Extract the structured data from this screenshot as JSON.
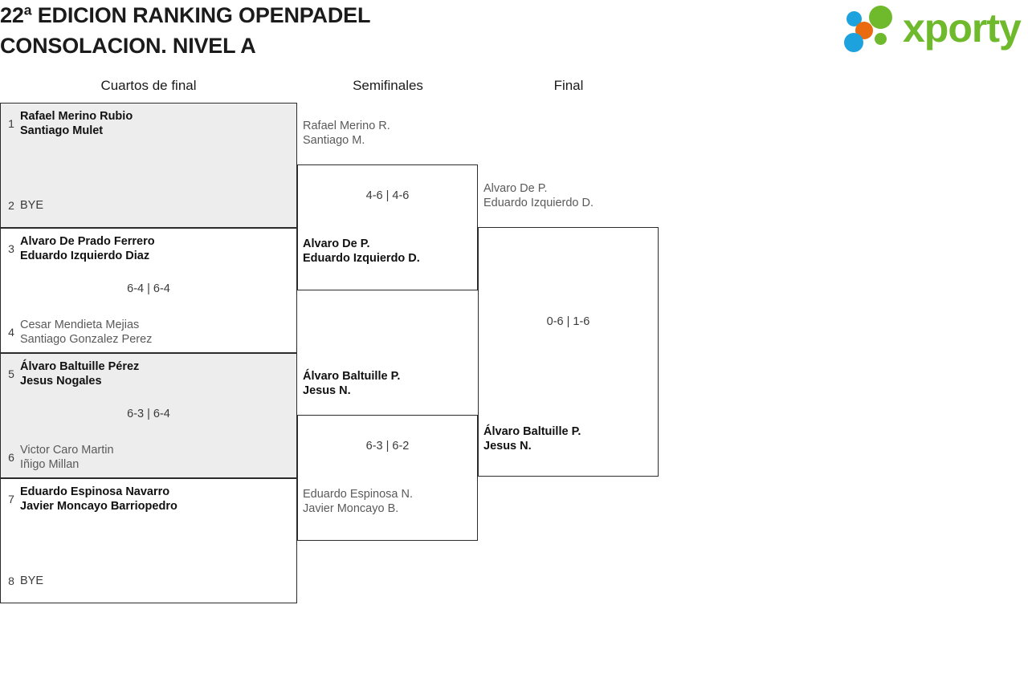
{
  "header": {
    "title": "22ª EDICION RANKING OPENPADEL\nCONSOLACION. NIVEL A",
    "logo": {
      "wordmark": "xporty",
      "green": "#6fba2c",
      "blue": "#1ea2dd",
      "orange": "#ea6a10"
    }
  },
  "rounds": [
    {
      "label": "Cuartos de final"
    },
    {
      "label": "Semifinales"
    },
    {
      "label": "Final"
    }
  ],
  "quarterfinals": [
    {
      "score": "",
      "shaded": true,
      "top": {
        "seed": "1",
        "p1": "Rafael Merino Rubio",
        "p2": "Santiago Mulet",
        "winner": true
      },
      "bottom": {
        "seed": "2",
        "p1": "BYE",
        "p2": "",
        "winner": false,
        "bye": true
      }
    },
    {
      "score": "6-4 | 6-4",
      "shaded": false,
      "top": {
        "seed": "3",
        "p1": "Alvaro De Prado Ferrero",
        "p2": "Eduardo Izquierdo Diaz",
        "winner": true
      },
      "bottom": {
        "seed": "4",
        "p1": "Cesar Mendieta Mejias",
        "p2": "Santiago Gonzalez Perez",
        "winner": false
      }
    },
    {
      "score": "6-3 | 6-4",
      "shaded": true,
      "top": {
        "seed": "5",
        "p1": "Álvaro Baltuille Pérez",
        "p2": "Jesus Nogales",
        "winner": true
      },
      "bottom": {
        "seed": "6",
        "p1": "Victor Caro Martin",
        "p2": "Iñigo Millan",
        "winner": false
      }
    },
    {
      "score": "",
      "shaded": false,
      "top": {
        "seed": "7",
        "p1": "Eduardo Espinosa Navarro",
        "p2": "Javier Moncayo Barriopedro",
        "winner": true
      },
      "bottom": {
        "seed": "8",
        "p1": "BYE",
        "p2": "",
        "winner": false,
        "bye": true
      }
    }
  ],
  "semifinals": [
    {
      "score": "4-6 | 4-6",
      "top": {
        "p1": "Rafael Merino R.",
        "p2": "Santiago M.",
        "winner": false
      },
      "bottom": {
        "p1": "Alvaro De P.",
        "p2": "Eduardo Izquierdo D.",
        "winner": true
      }
    },
    {
      "score": "6-3 | 6-2",
      "top": {
        "p1": "Álvaro Baltuille P.",
        "p2": "Jesus N.",
        "winner": true
      },
      "bottom": {
        "p1": "Eduardo Espinosa N.",
        "p2": "Javier Moncayo B.",
        "winner": false
      }
    }
  ],
  "final": {
    "score": "0-6 | 1-6",
    "top": {
      "p1": "Alvaro De P.",
      "p2": "Eduardo Izquierdo D.",
      "winner": false
    },
    "bottom": {
      "p1": "Álvaro Baltuille P.",
      "p2": "Jesus N.",
      "winner": true
    }
  }
}
